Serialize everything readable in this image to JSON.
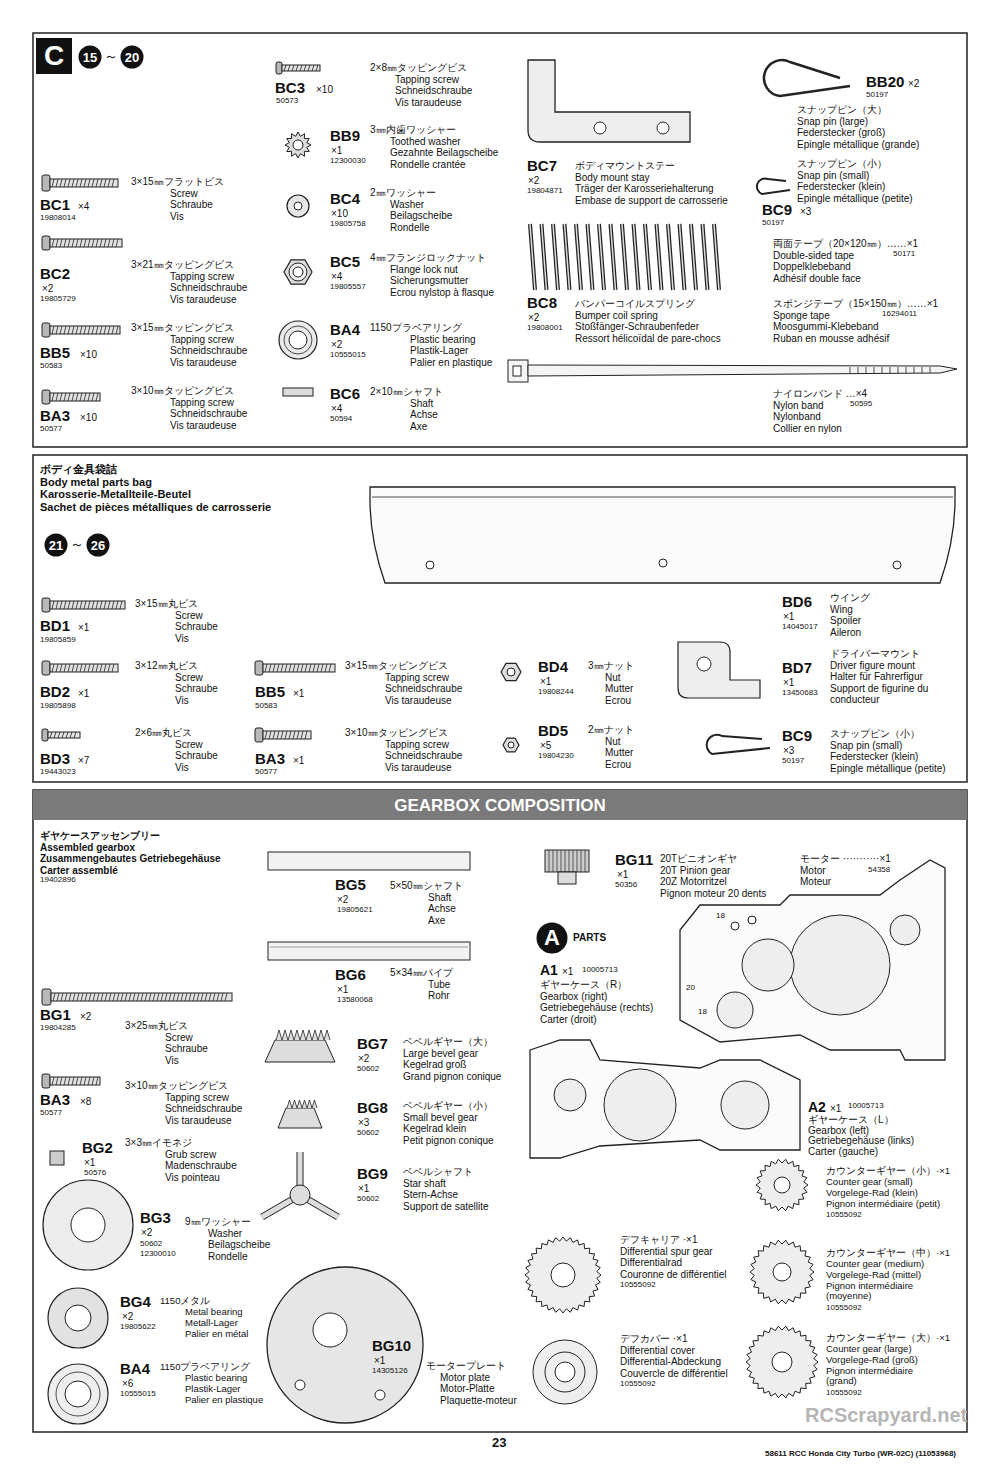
{
  "diagram": {
    "nodes": [
      {
        "text": [
          "C"
        ]
      },
      {
        "text": [
          "15"
        ]
      },
      {
        "text": [
          "20"
        ]
      },
      {
        "text": [
          "21"
        ]
      },
      {
        "text": [
          "26"
        ]
      },
      {
        "text": [
          "GEARBOX COMPOSITION"
        ]
      },
      {
        "text": [
          "A"
        ]
      }
    ],
    "labels": [
      "～",
      "BC1",
      "×4",
      "19808014",
      "3×15㎜フラットビス",
      "Screw",
      "Schraube",
      "Vis",
      "BC2",
      "×2",
      "19805729",
      "3×21㎜タッピングビス",
      "Tapping screw",
      "Schneidschraube",
      "Vis taraudeuse",
      "BB5",
      "×10",
      "50583",
      "3×15㎜タッピングビス",
      "Tapping screw",
      "Schneidschraube",
      "Vis taraudeuse",
      "BA3",
      "×10",
      "50577",
      "3×10㎜タッピングビス",
      "Tapping screw",
      "Schneidschraube",
      "Vis taraudeuse",
      "BC3",
      "×10",
      "50573",
      "2×8㎜タッピングビス",
      "Tapping screw",
      "Schneidschraube",
      "Vis taraudeuse",
      "BB9",
      "×1",
      "12300030",
      "3㎜内歯ワッシャー",
      "Toothed washer",
      "Gezahnte Beilagscheibe",
      "Rondelle crantée",
      "BC4",
      "×10",
      "19805758",
      "2㎜ワッシャー",
      "Washer",
      "Beilagscheibe",
      "Rondelle",
      "BC5",
      "×4",
      "19805557",
      "4㎜フランジロックナット",
      "Flange lock nut",
      "Sicherungsmutter",
      "Ecrou nylstop à flasque",
      "BA4",
      "×2",
      "10555015",
      "1150プラベアリング",
      "Plastic bearing",
      "Plastik-Lager",
      "Palier en plastique",
      "BC6",
      "×4",
      "50594",
      "2×10㎜シャフト",
      "Shaft",
      "Achse",
      "Axe",
      "BC7",
      "×2",
      "19804871",
      "ボディマウントステー",
      "Body mount stay",
      "Träger der Karosseriehalterung",
      "Embase de support de carrosserie",
      "BC8",
      "×2",
      "19808001",
      "バンパーコイルスプリング",
      "Bumper coil spring",
      "Stoßfänger-Schraubenfeder",
      "Ressort hélicoïdal de pare-chocs",
      "BB20",
      "×2",
      "50197",
      "スナップピン（大）",
      "Snap pin (large)",
      "Federstecker (groß)",
      "Epingle métallique (grande)",
      "BC9",
      "×3",
      "50197",
      "スナップピン（小）",
      "Snap pin (small)",
      "Federstecker (klein)",
      "Epingle métallique (petite)",
      "両面テープ（20×120㎜）……×1",
      "Double-sided tape",
      "Doppelklebeband",
      "Adhésif double face",
      "50171",
      "スポンジテープ（15×150㎜）……×1",
      "Sponge tape",
      "Moosgummi-Klebeband",
      "Ruban en mousse adhésif",
      "16294011",
      "ナイロンバンド …×4",
      "Nylon band",
      "Nylonband",
      "Collier en nylon",
      "50595",
      "ボディ金具袋詰",
      "Body metal parts bag",
      "Karosserie-Metallteile-Beutel",
      "Sachet de pièces métalliques de carrosserie",
      "～",
      "BD6",
      "×1",
      "14045017",
      "ウイング",
      "Wing",
      "Spoiler",
      "Aileron",
      "BD1",
      "×1",
      "19805859",
      "3×15㎜丸ビス",
      "Screw",
      "Schraube",
      "Vis",
      "BD2",
      "×1",
      "19805898",
      "3×12㎜丸ビス",
      "Screw",
      "Schraube",
      "Vis",
      "BD3",
      "×7",
      "19443023",
      "2×6㎜丸ビス",
      "Screw",
      "Schraube",
      "Vis",
      "BB5",
      "×1",
      "50583",
      "3×15㎜タッピングビス",
      "Tapping screw",
      "Schneidschraube",
      "Vis taraudeuse",
      "BA3",
      "×1",
      "50577",
      "3×10㎜タッピングビス",
      "Tapping screw",
      "Schneidschraube",
      "Vis taraudeuse",
      "BD4",
      "×1",
      "19808244",
      "3㎜ナット",
      "Nut",
      "Mutter",
      "Ecrou",
      "BD5",
      "×5",
      "19804230",
      "2㎜ナット",
      "Nut",
      "Mutter",
      "Ecrou",
      "BD7",
      "×1",
      "13450683",
      "ドライバーマウント",
      "Driver figure mount",
      "Halter für Fahrerfigur",
      "Support de figurine du conducteur",
      "BC9",
      "×3",
      "50197",
      "スナップピン（小）",
      "Snap pin (small)",
      "Federstecker (klein)",
      "Epingle métallique (petite)",
      "ギヤケースアッセンブリー",
      "Assembled gearbox",
      "Zusammengebautes Getriebegehäuse",
      "Carter assemblé",
      "19402896",
      "BG5",
      "×2",
      "19805621",
      "5×50㎜シャフト",
      "Shaft",
      "Achse",
      "Axe",
      "BG6",
      "×1",
      "13580068",
      "5×34㎜パイプ",
      "Tube",
      "Rohr",
      "BG1",
      "×2",
      "19804285",
      "3×25㎜丸ビス",
      "Screw",
      "Schraube",
      "Vis",
      "BA3",
      "×8",
      "50577",
      "3×10㎜タッピングビス",
      "Tapping screw",
      "Schneidschraube",
      "Vis taraudeuse",
      "BG2",
      "×1",
      "50576",
      "3×3㎜イモネジ",
      "Grub screw",
      "Madenschraube",
      "Vis pointeau",
      "BG3",
      "×2",
      "50602",
      "12300010",
      "9㎜ワッシャー",
      "Washer",
      "Beilagscheibe",
      "Rondelle",
      "BG4",
      "×2",
      "19805622",
      "1150メタル",
      "Metal bearing",
      "Metall-Lager",
      "Palier en métal",
      "BA4",
      "×6",
      "10555015",
      "1150プラベアリング",
      "Plastic bearing",
      "Plastik-Lager",
      "Palier en plastique",
      "BG7",
      "×2",
      "50602",
      "ベベルギヤー（大）",
      "Large bevel gear",
      "Kegelrad groß",
      "Grand pignon conique",
      "BG8",
      "×3",
      "50602",
      "ベベルギヤー（小）",
      "Small bevel gear",
      "Kegelrad klein",
      "Petit pignon conique",
      "BG9",
      "×1",
      "50602",
      "ベベルシャフト",
      "Star shaft",
      "Stern-Achse",
      "Support de satellite",
      "BG10",
      "×1",
      "14305126",
      "モータープレート",
      "Motor plate",
      "Motor-Platte",
      "Plaquette-moteur",
      "BG11",
      "×1",
      "50356",
      "20Tピニオンギヤ",
      "20T Pinion gear",
      "20Z Motorritzel",
      "Pignon moteur 20 dents",
      "モーター ···········×1",
      "Motor",
      "Moteur",
      "54358",
      "PARTS",
      "A1",
      "×1",
      "10005713",
      "ギヤーケース（R）",
      "Gearbox (right)",
      "Getriebegehäuse (rechts)",
      "Carter (droit)",
      "18",
      "20",
      "18",
      "A2",
      "×1",
      "10005713",
      "ギヤーケース（L）",
      "Gearbox (left)",
      "Getriebegehäuse (links)",
      "Carter (gauche)",
      "カウンターギヤー（小）·×1",
      "Counter gear (small)",
      "Vorgelege-Rad (klein)",
      "Pignon intermédiaire (petit)",
      "10555092",
      "カウンターギヤー（中）·×1",
      "Counter gear (medium)",
      "Vorgelege-Rad (mittel)",
      "Pignon intermédiaire (moyenne)",
      "10555092",
      "カウンターギヤー（大）·×1",
      "Counter gear (large)",
      "Vorgelege-Rad (groß)",
      "Pignon intermédiaire (grand)",
      "10555092",
      "デフキャリア ·×1",
      "Differential spur gear",
      "Differentialrad",
      "Couronne de différentiel",
      "10555092",
      "デフカバー ·×1",
      "Differential cover",
      "Differential-Abdeckung",
      "Couvercle de différentiel",
      "10555092",
      "RCScrapyard.net",
      "23",
      "58611 RCC Honda City Turbo (WR-02C) (11053968)"
    ]
  }
}
